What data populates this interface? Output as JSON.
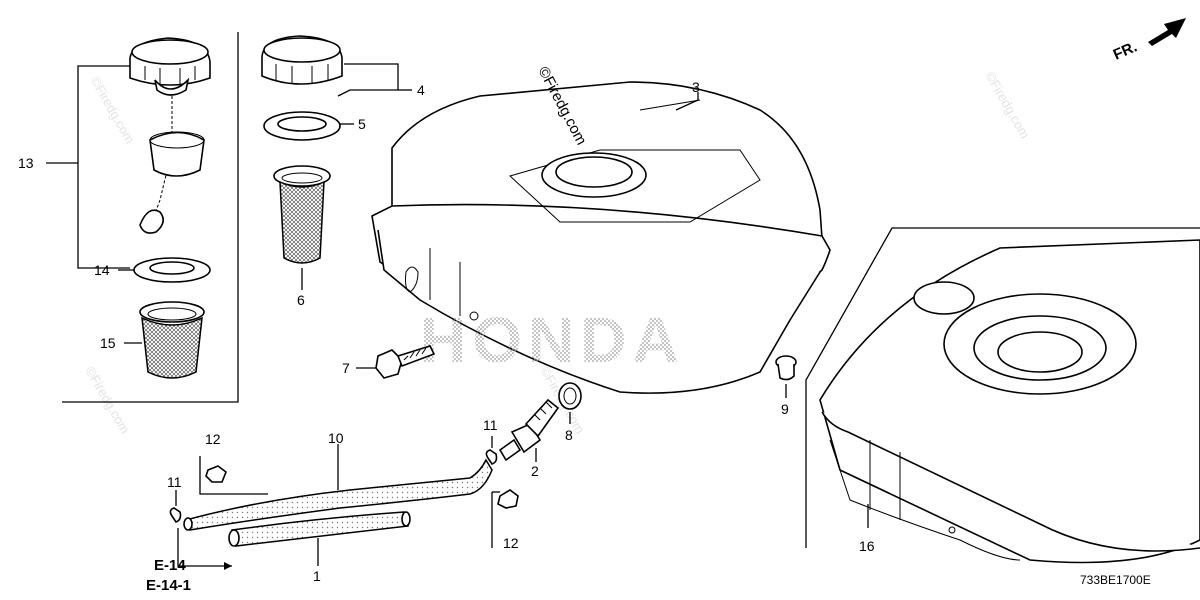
{
  "diagram": {
    "direction_label": "FR.",
    "drawing_code": "733BE1700E",
    "ref_links": [
      "E-14",
      "E-14-1"
    ],
    "brand_watermark": "HONDA",
    "site_watermark": "©Firedg.com",
    "site_watermark_center": "©Firedg.com",
    "callouts": {
      "p1": "1",
      "p2": "2",
      "p3": "3",
      "p4": "4",
      "p5": "5",
      "p6": "6",
      "p7": "7",
      "p8": "8",
      "p9": "9",
      "p10": "10",
      "p11a": "11",
      "p11b": "11",
      "p12a": "12",
      "p12b": "12",
      "p13": "13",
      "p14": "14",
      "p15": "15",
      "p16": "16"
    }
  }
}
